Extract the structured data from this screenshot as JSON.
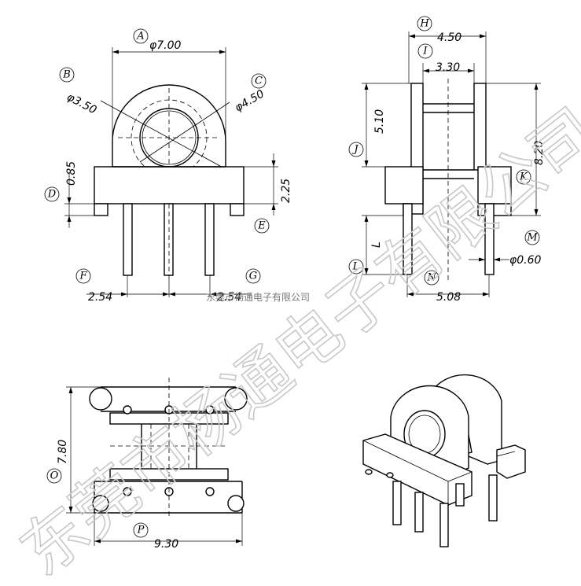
{
  "dimensions": {
    "A": "φ7.00",
    "B": "φ3.50",
    "C": "φ4.50",
    "D": "0.85",
    "E": "2.25",
    "F": "2.54",
    "G": "2.54",
    "H": "4.50",
    "I": "3.30",
    "J": "5.10",
    "K": "8.20",
    "L": "L",
    "M": "φ0.60",
    "N": "5.08",
    "O": "7.80",
    "P": "9.30"
  },
  "labels": [
    "A",
    "B",
    "C",
    "D",
    "E",
    "F",
    "G",
    "H",
    "I",
    "J",
    "K",
    "L",
    "M",
    "N",
    "O",
    "P"
  ],
  "watermark": {
    "large": "东莞市杨通电子有限公司",
    "small": "东莞市杨通电子有限公司"
  }
}
